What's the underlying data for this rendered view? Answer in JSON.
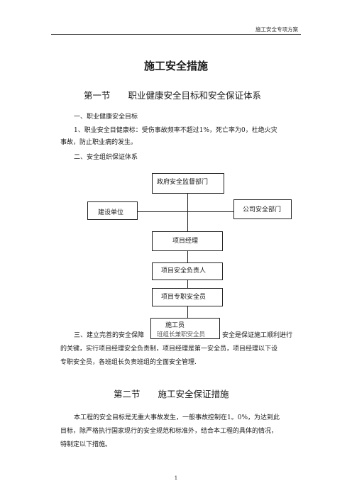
{
  "header": {
    "text": "施工安全专项方案"
  },
  "title": "施工安全措施",
  "section1": {
    "heading": "第一节　　职业健康安全目标和安全保证体系"
  },
  "item1": {
    "heading": "一、职业健康安全目标"
  },
  "item1_body": {
    "line1": "1、职业安全目健康标：受伤事故频率不超过1%，死亡率为0，杜绝火灾",
    "line2": "事故，防止职业病的发生。"
  },
  "item2": {
    "heading": "二、安全组织保证体系"
  },
  "org_chart": {
    "gov": "政府安全监督部门",
    "client": "建设单位",
    "company": "公司安全部门",
    "pm": "项目经理",
    "safety_head": "项目安全负责人",
    "safety_officer": "项目专职安全员",
    "worker": "施工员",
    "team_leader": "班组长兼职安全员"
  },
  "item3": {
    "line1_a": "三、建立完善的安全保障",
    "line1_b": "安全是保证施工顺利进行",
    "line2": "的关键，实行项目经理安全负责制，项目经理是第一安全员，项目经理以下设",
    "line3": "专职安全员，各班组长负责班组的全面安全管理."
  },
  "section2": {
    "heading": "第二节　　施工安全保证措施",
    "line1": "本工程的安全目标是无重大事故发生，一般事故控制在1。0%，为达到此",
    "line2": "目标，除严格执行国家现行的安全规范和标准外，结合本工程的具体的情况，",
    "line3": "特制定以下措施。"
  },
  "page_number": "1"
}
